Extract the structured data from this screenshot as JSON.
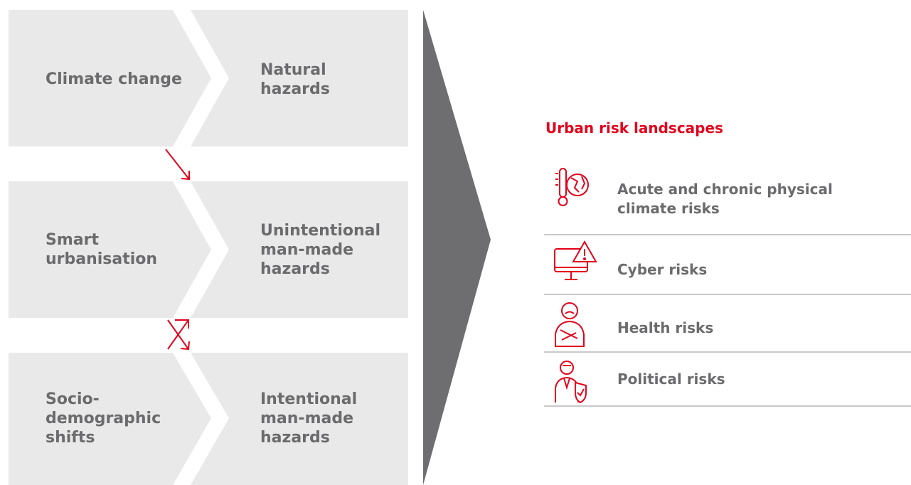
{
  "flow": {
    "drivers": [
      "Climate change",
      "Smart urbanisation",
      "Socio-demographic shifts"
    ],
    "hazards": [
      "Natural hazards",
      "Unintentional man-made hazards",
      "Intentional man-made hazards"
    ]
  },
  "risks": {
    "title": "Urban risk landscapes",
    "items": [
      {
        "label": "Acute and chronic physical climate risks",
        "icon": "thermometer-globe-icon"
      },
      {
        "label": "Cyber risks",
        "icon": "monitor-warning-icon"
      },
      {
        "label": "Health risks",
        "icon": "injured-person-icon"
      },
      {
        "label": "Political risks",
        "icon": "official-shield-icon"
      }
    ]
  },
  "colors": {
    "panel": "#e9e9e9",
    "big_arrow": "#6e6e70",
    "text": "#6b6b6d",
    "accent": "#e3001b",
    "divider": "#c9c9c9"
  }
}
